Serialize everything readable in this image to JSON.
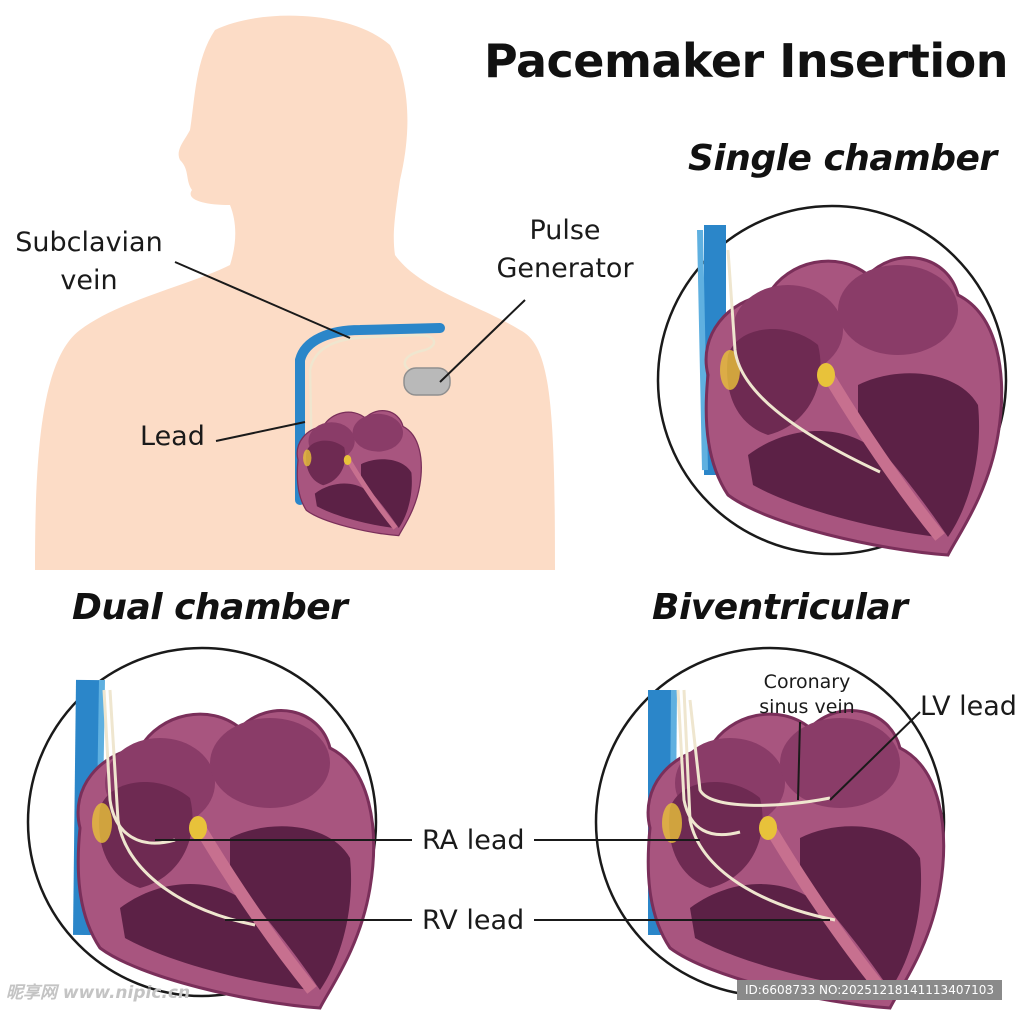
{
  "title": "Pacemaker Insertion",
  "panels": {
    "single": "Single chamber",
    "dual": "Dual chamber",
    "biventricular": "Biventricular"
  },
  "labels": {
    "subclavian_line1": "Subclavian",
    "subclavian_line2": "vein",
    "pulse_line1": "Pulse",
    "pulse_line2": "Generator",
    "lead": "Lead",
    "ra_lead": "RA lead",
    "rv_lead": "RV lead",
    "coronary_line1": "Coronary",
    "coronary_line2": "sinus vein",
    "lv_lead": "LV lead"
  },
  "watermark": {
    "left": "昵享网 www.nipic.cn",
    "right": "ID:6608733 NO:20251218141113407103"
  },
  "colors": {
    "skin": "#fcdcc6",
    "heart_outer": "#a8557f",
    "heart_inner": "#6e2a52",
    "vein": "#2b86c9",
    "lead": "#efe6cf",
    "node": "#e8c23a",
    "generator": "#b9b9b9"
  }
}
